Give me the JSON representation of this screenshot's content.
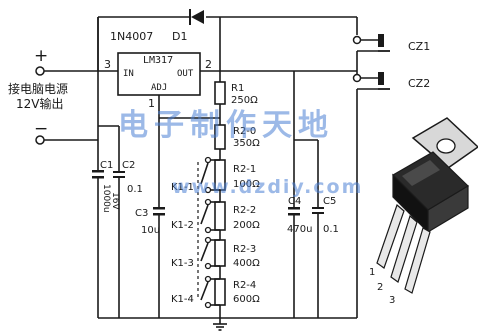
{
  "input": {
    "plus": "+",
    "minus": "−",
    "label_line1": "接电脑电源",
    "label_line2": "12V输出"
  },
  "diode": {
    "name": "1N4007",
    "ref": "D1"
  },
  "regulator": {
    "name": "LM317",
    "pin_in": "IN",
    "pin_out": "OUT",
    "pin_adj": "ADJ",
    "pin1": "1",
    "pin2": "2",
    "pin3": "3"
  },
  "caps": {
    "c1": {
      "ref": "C1",
      "value": "1000u",
      "voltage": "16V"
    },
    "c2": {
      "ref": "C2",
      "value": "0.1"
    },
    "c3": {
      "ref": "C3",
      "value": "10u"
    },
    "c4": {
      "ref": "C4",
      "value": "470u"
    },
    "c5": {
      "ref": "C5",
      "value": "0.1"
    }
  },
  "resistors": {
    "r1": {
      "ref": "R1",
      "value": "250Ω"
    },
    "r20": {
      "ref": "R2-0",
      "value": "350Ω"
    },
    "r21": {
      "ref": "R2-1",
      "value": "100Ω"
    },
    "r22": {
      "ref": "R2-2",
      "value": "200Ω"
    },
    "r23": {
      "ref": "R2-3",
      "value": "400Ω"
    },
    "r24": {
      "ref": "R2-4",
      "value": "600Ω"
    }
  },
  "switches": {
    "k1": "K1-1",
    "k2": "K1-2",
    "k3": "K1-3",
    "k4": "K1-4"
  },
  "outputs": {
    "cz1": "CZ1",
    "cz2": "CZ2"
  },
  "package_pins": {
    "p1": "1",
    "p2": "2",
    "p3": "3"
  },
  "watermark": {
    "cn": "电子制作天地",
    "url": "www.dzdiy.com"
  },
  "colors": {
    "ink": "#1a1a1a",
    "watermark": "#4a7fd4"
  }
}
